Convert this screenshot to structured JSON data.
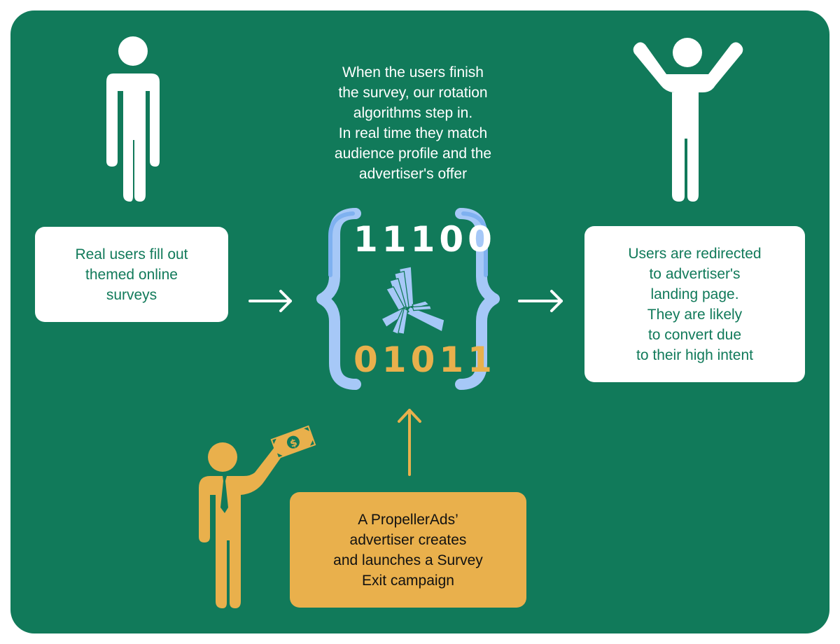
{
  "diagram": {
    "title": "Survey Exit campaign flow",
    "colors": {
      "background": "#117a5a",
      "card": "#ffffff",
      "card_text": "#117a5a",
      "advertiser_card": "#e9b04c",
      "advertiser_text": "#111111",
      "brace_light": "#a6c8f7",
      "brace_dark": "#7fb1f0",
      "arrow_white": "#ffffff",
      "arrow_gold": "#e9b04c"
    },
    "steps": {
      "users": {
        "icon": "standing-person-icon",
        "text": "Real users fill out\nthemed online\nsurveys"
      },
      "algorithm": {
        "icon": "code-braces-icon",
        "logo": "propellerads-logo-icon",
        "binary_top": "11100",
        "binary_bottom": "01011",
        "caption": "When the users finish\nthe survey, our rotation\nalgorithms step in.\nIn real time they match\naudience profile and the\nadvertiser's offer"
      },
      "redirect": {
        "icon": "cheering-person-icon",
        "text": "Users are redirected\nto advertiser's\nlanding page.\nThey are likely\nto convert due\nto their high intent"
      },
      "advertiser": {
        "icon": "businessman-with-money-icon",
        "text": "A PropellerAds’\nadvertiser creates\nand launches a Survey\nExit campaign"
      }
    },
    "arrows": [
      {
        "name": "arrow-users-to-algorithm",
        "direction": "right"
      },
      {
        "name": "arrow-algorithm-to-redirect",
        "direction": "right"
      },
      {
        "name": "arrow-advertiser-to-algorithm",
        "direction": "up"
      }
    ]
  }
}
